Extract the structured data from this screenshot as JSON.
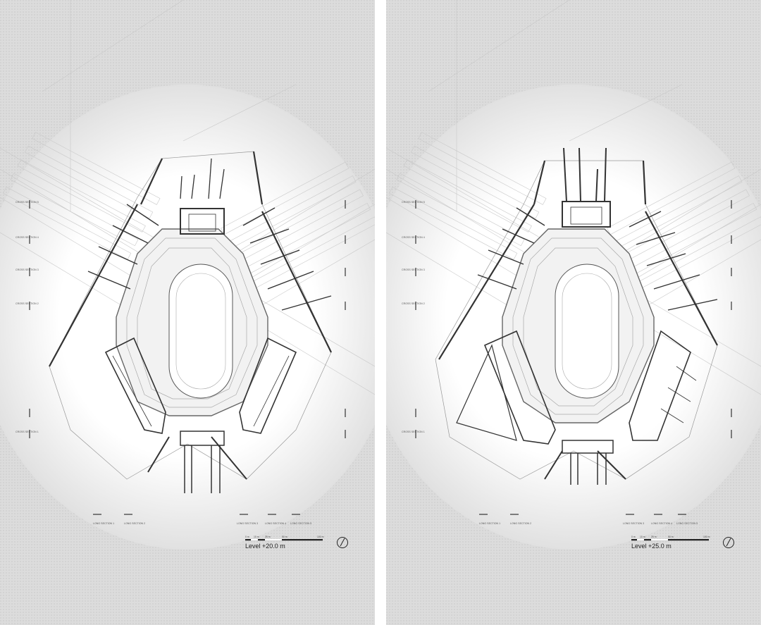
{
  "sheets": [
    {
      "level_label": "Level +20.0 m",
      "scale_ticks": [
        "0 m",
        "10 m",
        "25 m",
        "50 m",
        "100 m"
      ],
      "cross_sections": [
        "CROSS SECTION 5",
        "CROSS SECTION 4",
        "CROSS SECTION 3",
        "CROSS SECTION 2",
        "CROSS SECTION 1"
      ],
      "long_sections": [
        "LONG SECTION 1",
        "LONG SECTION 2",
        "LONG SECTION 3",
        "LONG SECTION 4",
        "LONG SECTION 5"
      ]
    },
    {
      "level_label": "Level +25.0 m",
      "scale_ticks": [
        "0 m",
        "10 m",
        "25 m",
        "50 m",
        "100 m"
      ],
      "cross_sections": [
        "CROSS SECTION 5",
        "CROSS SECTION 4",
        "CROSS SECTION 3",
        "CROSS SECTION 2",
        "CROSS SECTION 1"
      ],
      "long_sections": [
        "LONG SECTION 1",
        "LONG SECTION 2",
        "LONG SECTION 3",
        "LONG SECTION 4",
        "LONG SECTION 5"
      ]
    }
  ],
  "icons": {
    "north_arrow": "north-arrow-icon"
  },
  "colors": {
    "background": "#e2e2e2",
    "glow": "#ffffff",
    "line": "#333333",
    "paper_gap": "#ffffff"
  }
}
